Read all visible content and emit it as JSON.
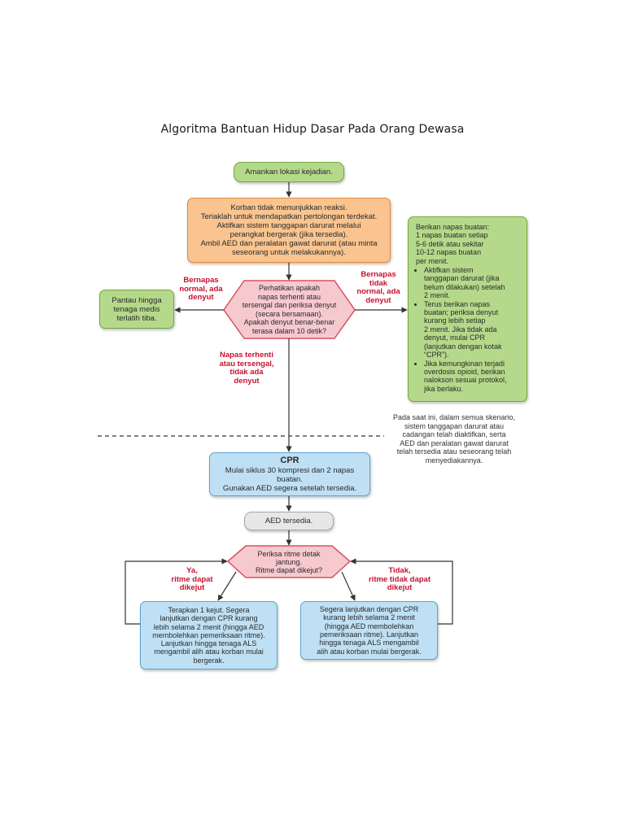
{
  "title": "Algoritma Bantuan Hidup Dasar Pada Orang Dewasa",
  "nodes": {
    "secure": "Amankan lokasi kejadian.",
    "unresponsive": [
      "Korban tidak menunjukkan reaksi.",
      "Teriaklah untuk mendapatkan pertolongan terdekat.",
      "Aktifkan sistem tanggapan darurat melalui",
      "perangkat bergerak (jika tersedia).",
      "Ambil AED dan peralatan gawat darurat (atau minta",
      "seseorang untuk melakukannya)."
    ],
    "check": [
      "Perhatikan apakah",
      "napas terhenti atau",
      "tersengal dan periksa denyut",
      "(secara bersamaan).",
      "Apakah denyut benar-benar",
      "terasa dalam 10 detik?"
    ],
    "monitor": [
      "Pantau hingga",
      "tenaga medis",
      "terlatih tiba."
    ],
    "rescue_breathing": {
      "intro": [
        "Berikan napas buatan:",
        "1 napas buatan setiap",
        "5-6 detik atau sekitar",
        "10-12 napas buatan",
        "per menit."
      ],
      "bullets": [
        [
          "Aktifkan sistem",
          "tanggapan darurat (jika",
          "belum dilakukan) setelah",
          "2 menit."
        ],
        [
          "Terus berikan napas",
          "buatan; periksa denyut",
          "kurang lebih setiap",
          "2 menit. Jika tidak ada",
          "denyut, mulai CPR",
          "(lanjutkan dengan kotak",
          "“CPR”)."
        ],
        [
          "Jika kemungkinan terjadi",
          "overdosis opioid, berikan",
          "nalokson sesuai protokol,",
          "jika berlaku."
        ]
      ]
    },
    "cpr": {
      "title": "CPR",
      "lines": [
        "Mulai siklus 30 kompresi dan 2 napas",
        "buatan.",
        "Gunakan AED segera setelah tersedia."
      ]
    },
    "aed_available": "AED tersedia.",
    "rhythm_check": [
      "Periksa ritme detak",
      "jantung.",
      "Ritme dapat dikejut?"
    ],
    "shockable": [
      "Terapkan 1 kejut. Segera",
      "lanjutkan dengan CPR kurang",
      "lebih selama 2 menit (hingga AED",
      "membolehkan pemeriksaan ritme).",
      "Lanjutkan hingga tenaga ALS",
      "mengambil alih atau korban mulai",
      "bergerak."
    ],
    "nonshockable": [
      "Segera lanjutkan dengan CPR",
      "kurang lebih selama 2 menit",
      "(hingga AED membolehkan",
      "pemeriksaan ritme). Lanjutkan",
      "hingga tenaga ALS mengambil",
      "alih atau korban mulai bergerak."
    ]
  },
  "labels": {
    "normal_pulse": [
      "Bernapas",
      "normal, ada",
      "denyut"
    ],
    "abnormal_pulse": [
      "Bernapas",
      "tidak",
      "normal, ada",
      "denyut"
    ],
    "no_breath": [
      "Napas terhenti",
      "atau tersengal,",
      "tidak ada",
      "denyut"
    ],
    "shockable": [
      "Ya,",
      "ritme dapat",
      "dikejut"
    ],
    "nonshockable": [
      "Tidak,",
      "ritme tidak dapat",
      "dikejut"
    ]
  },
  "note": [
    "Pada saat ini, dalam semua skenario,",
    "sistem tanggapan darurat atau",
    "cadangan telah diaktifkan, serta",
    "AED dan peralatan gawat darurat",
    "telah tersedia atau seseorang telah",
    "menyediakannya."
  ],
  "colors": {
    "green_fill": "#b5d98a",
    "orange_fill": "#f9c48f",
    "blue_fill": "#bfe0f4",
    "diamond_fill": "#f6c9cf",
    "label_red": "#c8102e"
  }
}
